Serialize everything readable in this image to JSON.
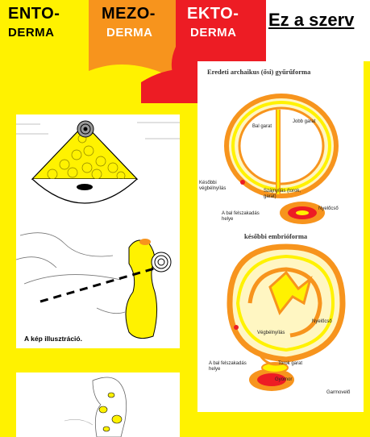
{
  "header": {
    "ento": {
      "line1": "ENTO-",
      "line2": "DERMA"
    },
    "mezo": {
      "line1": "MEZO-",
      "line2": "DERMA"
    },
    "ekto": {
      "line1": "EKTO-",
      "line2": "DERMA"
    },
    "title": "Ez a szerv"
  },
  "colors": {
    "ento": "#fff200",
    "mezo": "#f7941d",
    "ekto": "#ed1c24"
  },
  "left_panel": {
    "caption": "A kép illusztráció."
  },
  "right_panel": {
    "top_heading": "Eredeti archaikus (ősi) gyűrűforma",
    "bottom_heading": "későbbi embrióforma",
    "top_labels": {
      "bal_garat": "Bal garat",
      "jobb_garat": "Jobb garat",
      "kesobbi": "Későbbi végbélnyílás",
      "szajnyilas": "Szájnyílás (torok, garat)",
      "nyelocso": "Nyelőcső",
      "bal_felsz": "A bal felszakadás helye"
    },
    "bottom_labels": {
      "nyelocso": "Nyelőcső",
      "vegbel": "Végbélnyílás",
      "bal_felsz": "A bal felszakadás helye",
      "torok": "Torok garat",
      "gyomor": "Gyomor",
      "garmovelo": "Garmovelő"
    }
  }
}
